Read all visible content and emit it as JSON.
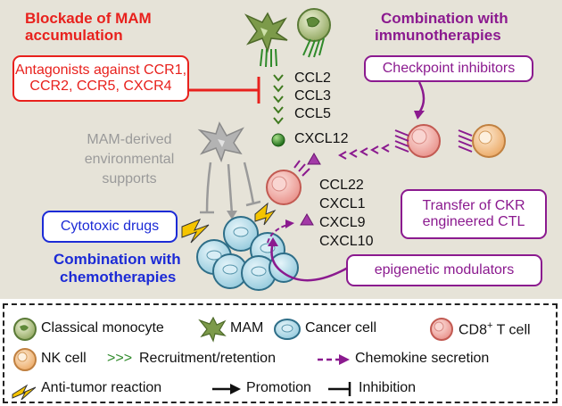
{
  "top_left": {
    "title_line1": "Blockade of MAM",
    "title_line2": "accumulation",
    "antagonists_line1": "Antagonists against CCR1,",
    "antagonists_line2": "CCR2, CCR5, CXCR4"
  },
  "top_right": {
    "title_line1": "Combination with",
    "title_line2": "immunotherapies",
    "checkpoint": "Checkpoint inhibitors",
    "transfer_line1": "Transfer of CKR",
    "transfer_line2": "engineered CTL",
    "epigenetic": "epigenetic modulators"
  },
  "chemokines_top": [
    "CCL2",
    "CCL3",
    "CCL5",
    "CXCL12"
  ],
  "chemokines_bottom": [
    "CCL22",
    "CXCL1",
    "CXCL9",
    "CXCL10"
  ],
  "mam_supports": [
    "MAM-derived",
    "environmental",
    "supports"
  ],
  "bottom_left": {
    "cytotoxic": "Cytotoxic drugs",
    "title_line1": "Combination with",
    "title_line2": "chemotherapies"
  },
  "legend": {
    "classical_monocyte": "Classical monocyte",
    "mam": "MAM",
    "cancer_cell": "Cancer cell",
    "cd8_main": "CD8",
    "cd8_sup": "+",
    "cd8_rest": " T cell",
    "nk_cell": "NK cell",
    "recruit_symbol": ">>>",
    "recruitment": "Recruitment/retention",
    "chemokine_secretion": "Chemokine secretion",
    "anti_tumor": "Anti-tumor reaction",
    "promotion": "Promotion",
    "inhibition": "Inhibition"
  },
  "colors": {
    "red": "#e8211d",
    "purple": "#8b1a8f",
    "blue": "#1c2bd6",
    "panel": "#e6e3d8",
    "gray": "#9a9a9a",
    "green": "#3f7a1f",
    "cancer": "#bfe2ee",
    "tcell": "#f3aaa5",
    "nk": "#f3be86"
  },
  "icons": [
    "monocyte-icon",
    "mam-icon",
    "cancer-cell-icon",
    "t-cell-icon",
    "nk-cell-icon",
    "lightning-icon"
  ]
}
